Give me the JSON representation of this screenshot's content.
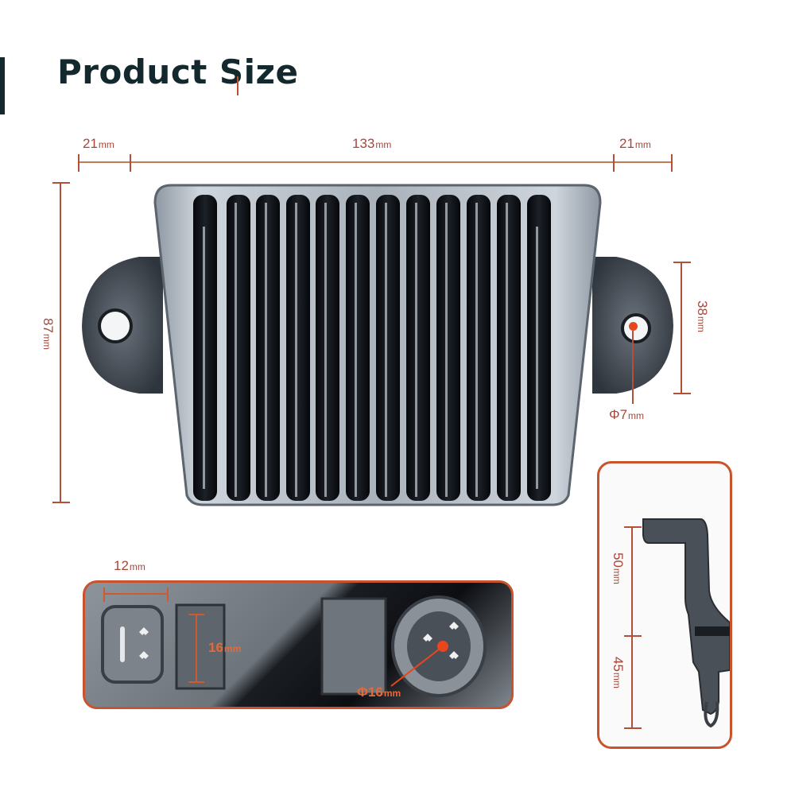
{
  "header": {
    "title": "Product Size"
  },
  "dimensions": {
    "top_left_ear_width": {
      "value": "21",
      "unit": "mm"
    },
    "body_width": {
      "value": "133",
      "unit": "mm"
    },
    "top_right_ear_width": {
      "value": "21",
      "unit": "mm"
    },
    "total_height": {
      "value": "87",
      "unit": "mm"
    },
    "ear_height": {
      "value": "38",
      "unit": "mm"
    },
    "mount_hole_diameter": {
      "value": "Φ7",
      "unit": "mm"
    }
  },
  "connector_panel": {
    "connector_width": {
      "value": "12",
      "unit": "mm"
    },
    "connector_height": {
      "value": "16",
      "unit": "mm"
    },
    "round_connector_diameter": {
      "value": "Φ16",
      "unit": "mm"
    }
  },
  "side_panel": {
    "upper_height": {
      "value": "50",
      "unit": "mm"
    },
    "lower_height": {
      "value": "45",
      "unit": "mm"
    }
  },
  "colors": {
    "title": "#14292e",
    "dimension_text": "#a5483a",
    "dimension_line": "#c27b5a",
    "panel_border": "#c9532c",
    "highlight_dot": "#e8471c"
  }
}
